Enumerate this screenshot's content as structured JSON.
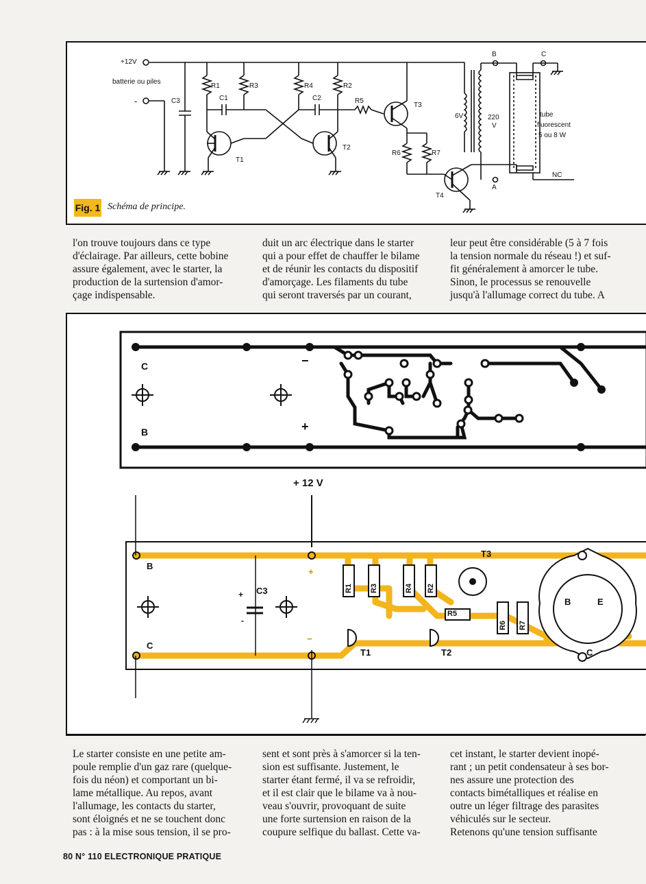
{
  "figure1": {
    "badge": "Fig. 1",
    "caption": "Schéma de principe.",
    "labels": {
      "supply": "+12V",
      "battery": "batterie ou piles",
      "minus": "-",
      "r1": "R1",
      "r3": "R3",
      "r4": "R4",
      "r2": "R2",
      "c1": "C1",
      "c2": "C2",
      "c3": "C3",
      "r5": "R5",
      "t1": "T1",
      "t2": "T2",
      "t3": "T3",
      "t4": "T4",
      "r6": "R6",
      "r7": "R7",
      "v6": "6V",
      "v220": "220",
      "v": "V",
      "b": "B",
      "c": "C",
      "a": "A",
      "nc": "NC",
      "tube1": "tube",
      "tube2": "fluorescent",
      "tube3": "5 ou 8 W"
    }
  },
  "text_block1": {
    "col1": [
      "l'on trouve toujours dans ce type",
      "d'éclairage. Par ailleurs, cette bobine",
      "assure également, avec le starter, la",
      "production de la surtension d'amor-",
      "çage indispensable."
    ],
    "col2": [
      "duit un arc électrique dans le starter",
      "qui a pour effet de chauffer le bilame",
      "et de réunir les contacts du dispositif",
      "d'amorçage. Les filaments du tube",
      "qui seront traversés par un courant,"
    ],
    "col3": [
      "leur peut être considérable (5 à 7 fois",
      "la tension normale du réseau !) et suf-",
      "fit généralement à amorcer le tube.",
      "Sinon, le processus se renouvelle",
      "jusqu'à l'allumage correct du tube. A"
    ]
  },
  "figure2": {
    "pcb_labels": {
      "c": "C",
      "b": "B",
      "minus": "−",
      "plus": "+"
    },
    "supply": "+ 12 V",
    "layout_labels": {
      "b": "B",
      "c": "C",
      "plus": "+",
      "c3": "C3",
      "c3_plus": "+",
      "c3_minus": "-",
      "minus": "−",
      "plus_small": "+",
      "r1": "R1",
      "r3": "R3",
      "r4": "R4",
      "r2": "R2",
      "r5": "R5",
      "r6": "R6",
      "r7": "R7",
      "t1": "T1",
      "t2": "T2",
      "t3": "T3",
      "t4_b": "B",
      "t4_e": "E",
      "t4_c": "C"
    }
  },
  "text_block2": {
    "col1": [
      "Le starter consiste en une petite am-",
      "poule remplie d'un gaz rare (quelque-",
      "fois du néon) et comportant un bi-",
      "lame métallique. Au repos, avant",
      "l'allumage, les contacts du starter,",
      "sont éloignés et ne se touchent donc",
      "pas : à la mise sous tension, il se pro-"
    ],
    "col2": [
      "sent et sont près à s'amorcer si la ten-",
      "sion est suffisante. Justement, le",
      "starter étant fermé, il va se refroidir,",
      "et il est clair que le bilame va à nou-",
      "veau s'ouvrir, provoquant de suite",
      "une forte surtension en raison de la",
      "coupure selfique du ballast. Cette va-"
    ],
    "col3": [
      "cet instant, le starter devient inopé-",
      "rant ; un petit condensateur à ses bor-",
      "nes assure une protection des",
      "contacts bimétalliques et réalise en",
      "outre un léger filtrage des parasites",
      "véhiculés sur le secteur.",
      "Retenons qu'une tension suffisante"
    ]
  },
  "footer": {
    "text": "80 N° 110 ELECTRONIQUE PRATIQUE"
  },
  "colors": {
    "copper": "#f2b51c",
    "ink": "#111111",
    "paper": "#ffffff"
  }
}
